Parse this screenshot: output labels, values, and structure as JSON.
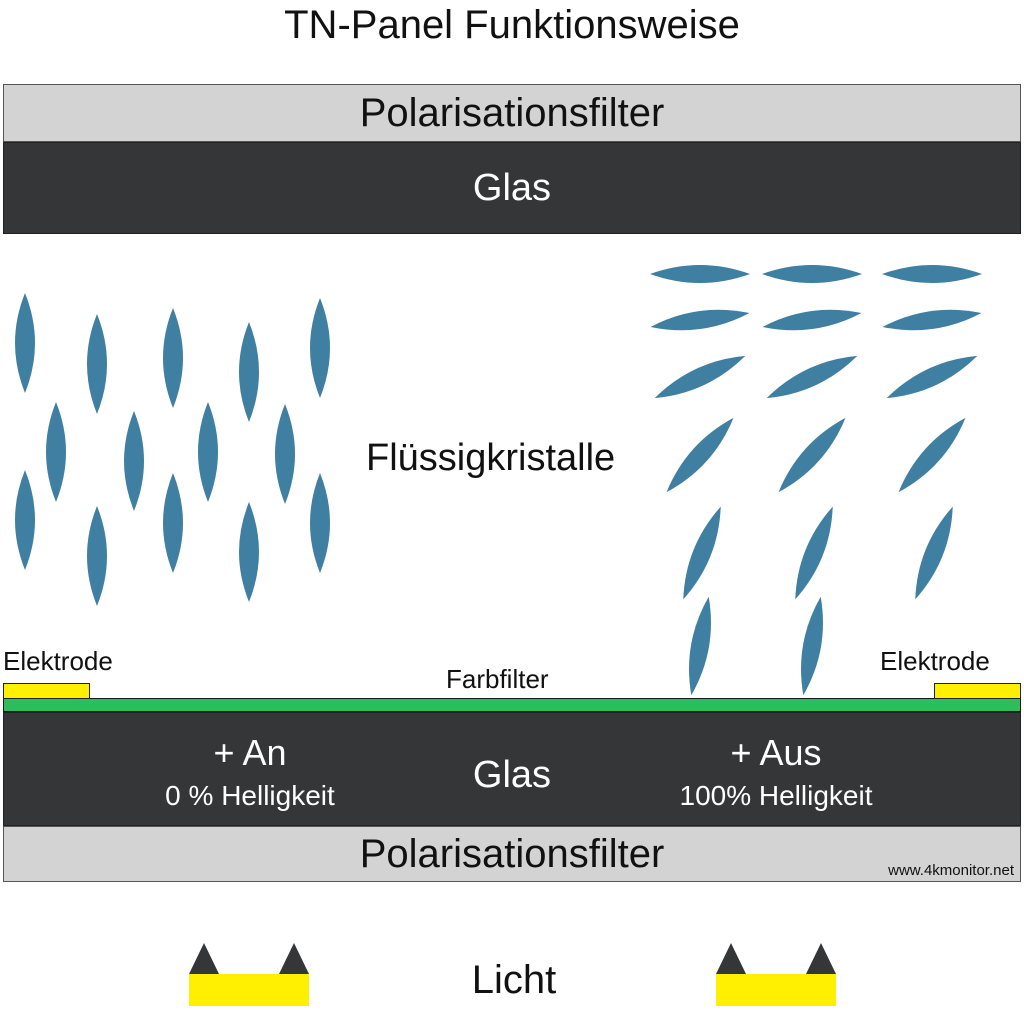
{
  "title": "TN-Panel Funktionsweise",
  "layers": {
    "top_polarizer": "Polarisationsfilter",
    "top_glass": "Glas",
    "bottom_glass": "Glas",
    "bottom_polarizer": "Polarisationsfilter"
  },
  "liquid_crystals_label": "Flüssigkristalle",
  "electrode_left_label": "Elektrode",
  "electrode_right_label": "Elektrode",
  "color_filter_label": "Farbfilter",
  "states": {
    "on": {
      "label": "+ An",
      "brightness": "0 % Helligkeit"
    },
    "off": {
      "label": "+ Aus",
      "brightness": "100% Helligkeit"
    }
  },
  "light_label": "Licht",
  "watermark": "www.4kmonitor.net",
  "colors": {
    "crystal": "#3f7fa1",
    "glass": "#353638",
    "polarizer": "#d3d3d3",
    "color_filter": "#2bbf5c",
    "electrode": "#ffef00",
    "light_source": "#ffef00"
  }
}
